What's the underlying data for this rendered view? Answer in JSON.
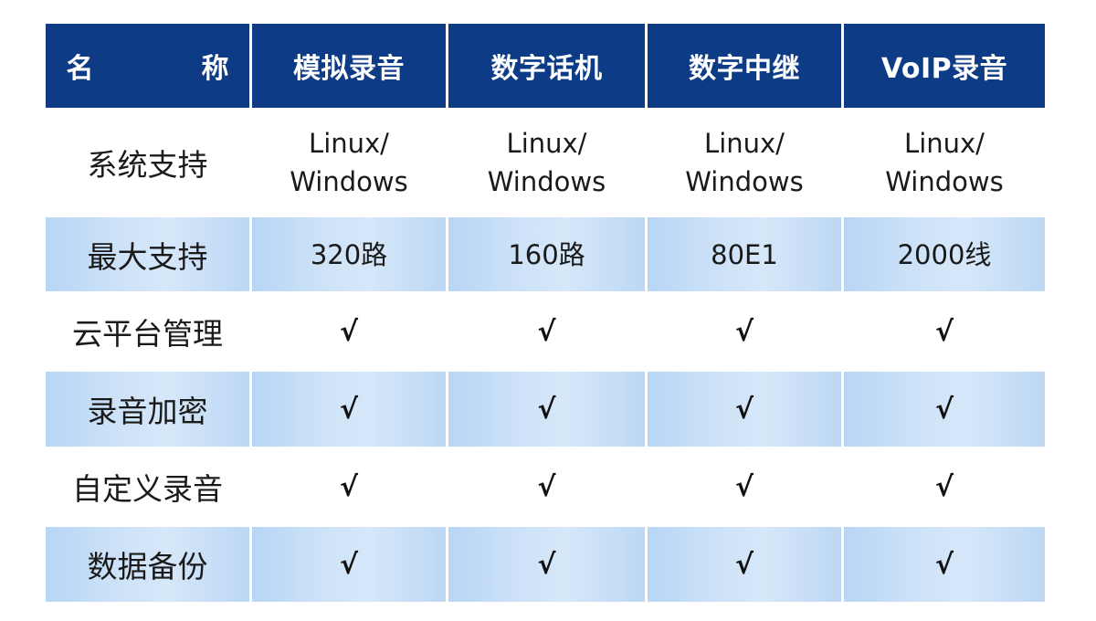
{
  "header": [
    "名　称",
    "模拟录音",
    "数字话机",
    "数字中继",
    "VoIP录音"
  ],
  "rows": [
    {
      "label": "系统支持",
      "values": [
        "Linux/\nWindows",
        "Linux/\nWindows",
        "Linux/\nWindows",
        "Linux/\nWindows"
      ]
    },
    {
      "label": "最大支持",
      "values": [
        "320路",
        "160路",
        "80E1",
        "2000线"
      ]
    },
    {
      "label": "云平台管理",
      "values": [
        "√",
        "√",
        "√",
        "√"
      ]
    },
    {
      "label": "录音加密",
      "values": [
        "√",
        "√",
        "√",
        "√"
      ]
    },
    {
      "label": "自定义录音",
      "values": [
        "√",
        "√",
        "√",
        "√"
      ]
    },
    {
      "label": "数据备份",
      "values": [
        "√",
        "√",
        "√",
        "√"
      ]
    }
  ],
  "colors": {
    "header_bg": "#0d3b86",
    "header_text": "#ffffff",
    "stripe_bg": "#cfe3f8"
  }
}
